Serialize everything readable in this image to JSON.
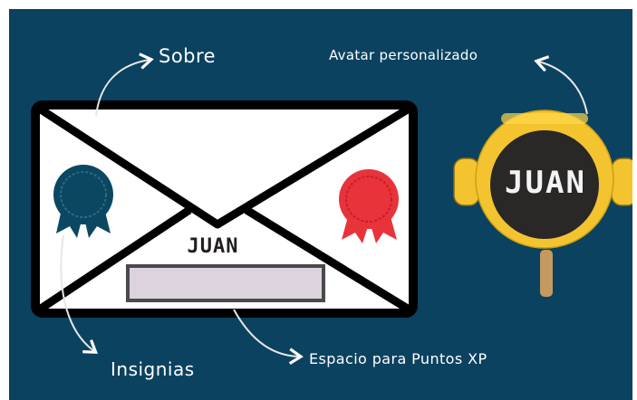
{
  "labels": {
    "envelope": "Sobre",
    "avatar": "Avatar personalizado",
    "badges": "Insignias",
    "xp_space": "Espacio para Puntos XP"
  },
  "envelope": {
    "name": "JUAN"
  },
  "avatar": {
    "name": "JUAN"
  },
  "colors": {
    "background": "#0b4260",
    "badge_blue": "#0c4762",
    "badge_red": "#e8333a",
    "helmet": "#f4c430",
    "xp_box": "#dcd3df",
    "stick": "#c49a60"
  }
}
